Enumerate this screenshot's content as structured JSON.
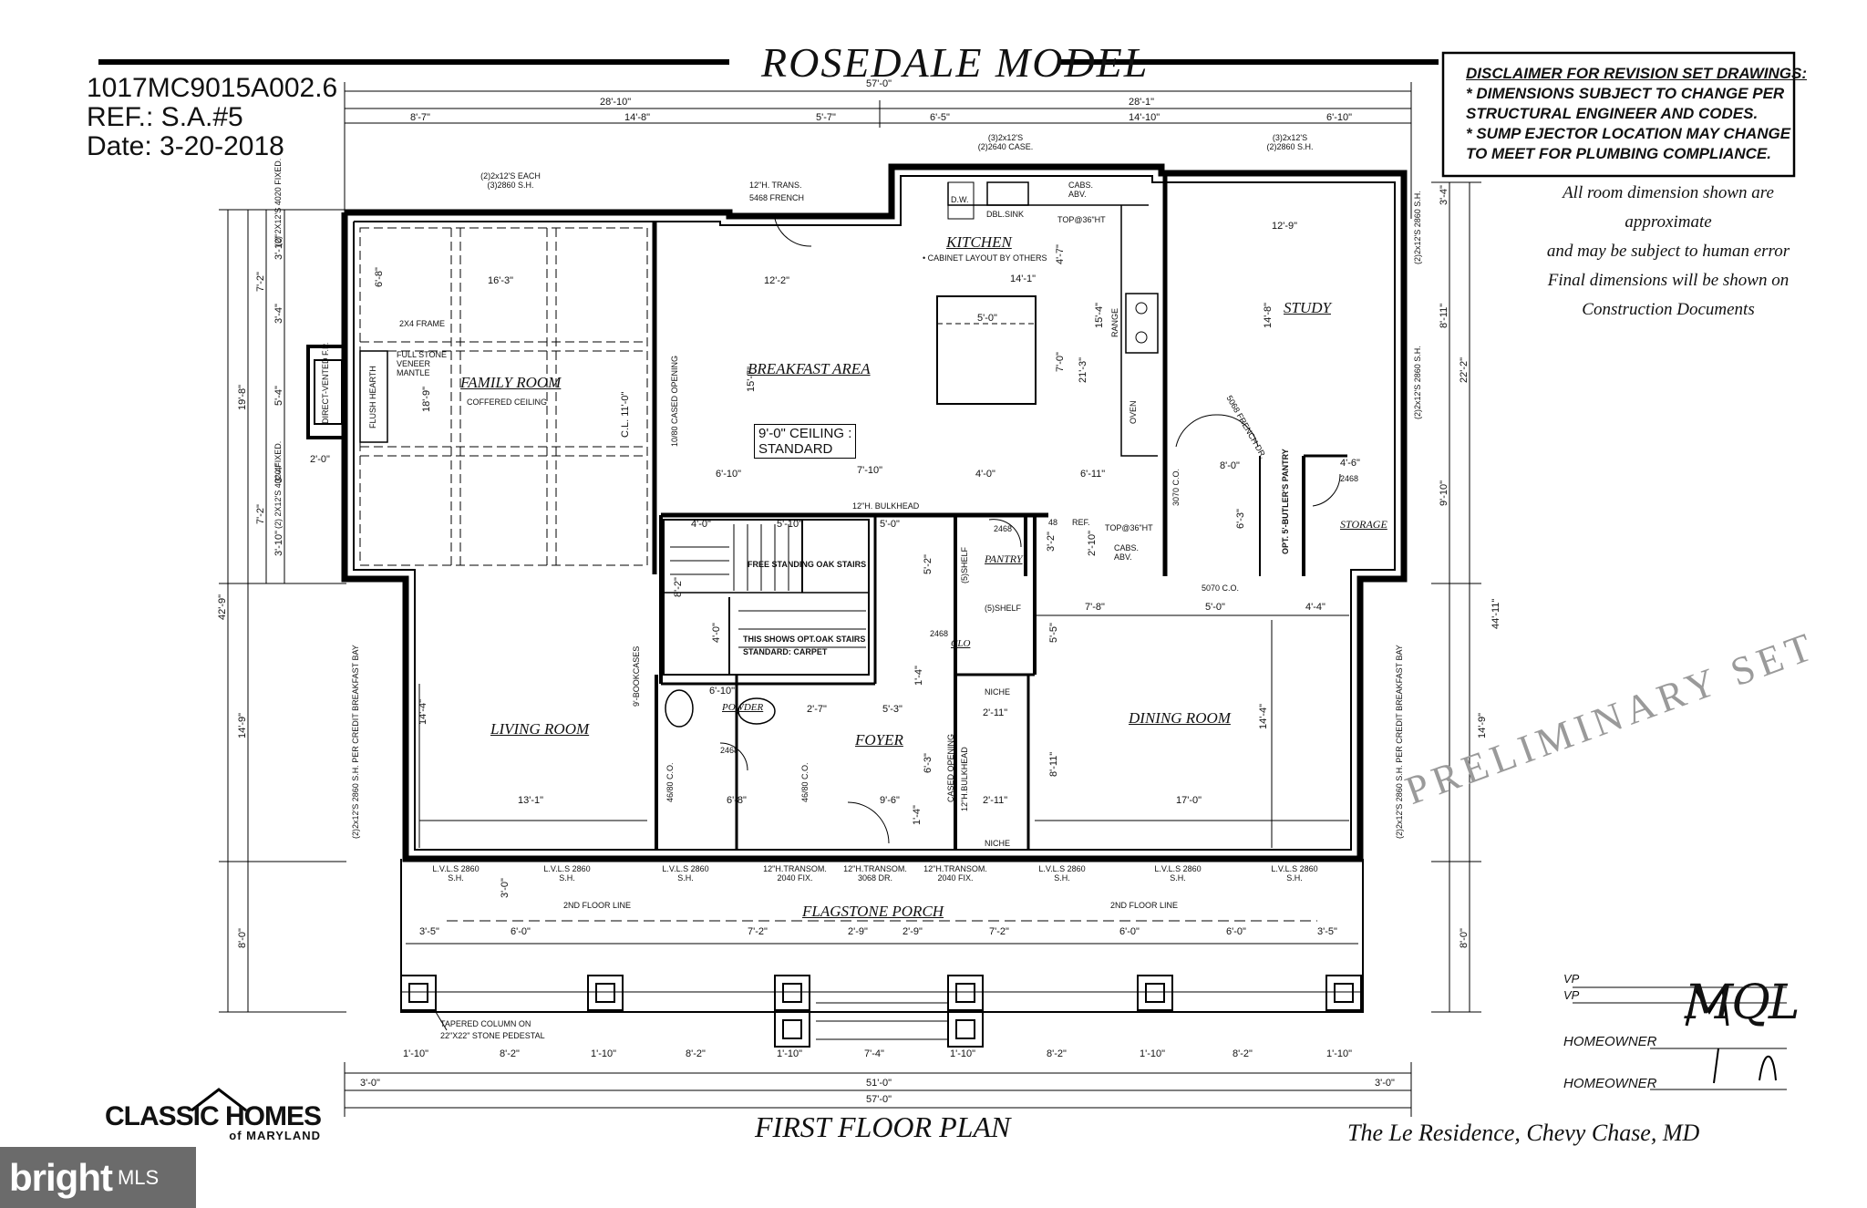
{
  "header": {
    "plan_code": "1017MC9015A002.6",
    "ref": "REF.: S.A.#5",
    "date": "Date:  3-20-2018",
    "model_title": "ROSEDALE  MODEL"
  },
  "disclaimer": {
    "title": "DISCLAIMER FOR REVISION SET DRAWINGS:",
    "lines": [
      "* DIMENSIONS SUBJECT TO CHANGE PER",
      "STRUCTURAL ENGINEER AND CODES.",
      "* SUMP EJECTOR LOCATION MAY CHANGE",
      "TO MEET FOR PLUMBING COMPLIANCE."
    ],
    "note_lines": [
      "All room dimension shown are",
      "approximate",
      "and may be subject to human error",
      "Final dimensions will be shown on",
      "Construction Documents"
    ]
  },
  "rooms": {
    "family_room": "FAMILY ROOM",
    "coffered": "COFFERED CEILING",
    "breakfast_area": "BREAKFAST AREA",
    "ceiling_line1": "9'-0\" CEILING :",
    "ceiling_line2": "STANDARD",
    "kitchen": "KITCHEN",
    "cabinet_note": "• CABINET LAYOUT BY OTHERS",
    "study": "STUDY",
    "storage": "STORAGE",
    "butler": "OPT. 5'-BUTLER'S PANTRY",
    "pantry": "PANTRY",
    "living_room": "LIVING ROOM",
    "dining_room": "DINING ROOM",
    "foyer": "FOYER",
    "powder": "POWDER",
    "clo": "CLO",
    "flagstone_porch": "FLAGSTONE PORCH",
    "stairs1": "FREE STANDING OAK STAIRS",
    "stairs2": "THIS SHOWS OPT.OAK STAIRS",
    "stairs3": "STANDARD: CARPET",
    "bookcases": "9'-BOOKCASES",
    "second_floor_line": "2ND FLOOR LINE",
    "tapered1": "TAPERED COLUMN ON",
    "tapered2": "22\"X22\" STONE PEDESTAL",
    "bulkhead": "12\"H. BULKHEAD",
    "fp": "DIRECT-VENTED F.P.",
    "hearth": "FLUSH HEARTH",
    "frame": "2X4 FRAME",
    "stone": "FULL STONE VENEER MANTLE",
    "oven": "OVEN",
    "range": "RANGE",
    "dw": "D.W.",
    "sink": "DBL.SINK",
    "cased": "10/80 CASED OPENING",
    "french": "5068 FRENCH DR.",
    "transom_top": "12\"H. TRANS.",
    "transom_top2": "5468 FRENCH"
  },
  "windows": {
    "top_left": "(2)2x12'S EACH (3)2860 S.H.",
    "top_kitchen": "(3)2x12'S (2)2640 CASE.",
    "top_study": "(3)2x12'S (2)2860 S.H.",
    "left_upper": "(2) 2X12'S 4020 FIXED.",
    "left_lower": "(2) 2X12'S 4020 FIXED.",
    "left_living": "(2)2x12'S 2860 S.H. PER CREDIT BREAKFAST BAY",
    "right_living": "(2)2x12'S 2860 S.H. PER CREDIT BREAKFAST BAY",
    "right_study_upper": "(2)2x12'S 2860 S.H.",
    "right_study_lower": "(2)2x12'S 2860 S.H.",
    "front": [
      "L.V.L.S 2860 S.H.",
      "L.V.L.S 2860 S.H.",
      "L.V.L.S 2860 S.H.",
      "12\"H.TRANSOM. 2040 FIX.",
      "12\"H.TRANSOM. 3068 DR.",
      "12\"H.TRANSOM. 2040 FIX.",
      "L.V.L.S 2860 S.H.",
      "L.V.L.S 2860 S.H.",
      "L.V.L.S 2860 S.H."
    ]
  },
  "dimensions": {
    "overall_top": "57'-0\"",
    "top_left_half": "28'-10\"",
    "top_right_half": "28'-1\"",
    "top_row": [
      "8'-7\"",
      "14'-8\"",
      "5'-7\"",
      "6'-5\"",
      "14'-10\"",
      "6'-10\""
    ],
    "interior": {
      "fam_w": "16'-3\"",
      "fam_h": "18'-9\"",
      "bfst_w": "12'-2\"",
      "bfst_h": "15'-7\"",
      "cl": "C.L. 11'-0\"",
      "kitchen_w": "14'-1\"",
      "island": "5'-0\"",
      "k1": "15'-4\"",
      "k2": "21'-3\"",
      "k3": "7'-0\"",
      "k4": "4'-7\"",
      "study_w": "12'-9\"",
      "study_h": "14'-8\"",
      "s1": "8'-0\"",
      "s2": "6'-3\"",
      "s3": "4'-6\"",
      "b1": "6'-10\"",
      "b2": "7'-10\"",
      "b3": "4'-0\"",
      "b4": "6'-11\"",
      "st1": "5'-10\"",
      "st2": "5'-0\"",
      "st3": "4'-0\"",
      "st4": "8'-2\"",
      "st5": "4'-0\"",
      "p1": "6'-10\"",
      "p2": "2'-7\"",
      "p3": "5'-3\"",
      "p4": "6'-8\"",
      "p5": "9'-6\"",
      "lv_w": "13'-1\"",
      "lv_h": "14'-4\"",
      "dn_w": "17'-0\"",
      "dn_h": "14'-4\"",
      "dn1": "7'-8\"",
      "dn2": "5'-0\"",
      "dn3": "4'-4\"",
      "dn4": "5'-5\"",
      "dn5": "8'-11\"",
      "co1": "5070 C.O.",
      "co2": "3070 C.O.",
      "co3": "46/80 C.O.",
      "co4": "46/80 C.O.",
      "shelf1": "(5)SHELF",
      "shelf2": "(5)SHELF",
      "niche1": "NICHE",
      "niche2": "NICHE",
      "n1": "2'-11\"",
      "n2": "2'-11\"",
      "d2468a": "2468",
      "d2468b": "2468",
      "d2468c": "2468",
      "d2468d": "2468",
      "bulk2": "12\"H.BULKHEAD",
      "cased2": "CASED OPENING",
      "cabs1": "CABS. ABV.",
      "cabs2": "CABS. ABV.",
      "top36a": "TOP@36\"HT",
      "top36b": "TOP@36\"HT",
      "ref": "REF.",
      "d48": "48",
      "f1": "5'-2\"",
      "f2": "3'-2\"",
      "f3": "2'-10\"",
      "f4": "1'-4\"",
      "f5": "6'-3\"",
      "f6": "1'-4\""
    },
    "left_overall": "42'-9\"",
    "left_upper": "19'-8\"",
    "left_lower": "14'-9\"",
    "left_porch": "8'-0\"",
    "left_sub": [
      "7'-2\"",
      "3'-10\"",
      "3'-4\"",
      "5'-4\"",
      "3'-4\"",
      "7'-2\"",
      "3'-10\""
    ],
    "left_misc": [
      "2'-0\"",
      "6'-8\""
    ],
    "right_overall": "44'-11\"",
    "right_upper": "22'-2\"",
    "right_lower": "14'-9\"",
    "right_porch": "8'-0\"",
    "right_sub": [
      "3'-4\"",
      "8'-11\"",
      "9'-10\""
    ],
    "porch_row": [
      "3'-5\"",
      "6'-0\"",
      "7'-2\"",
      "2'-9\"",
      "2'-9\"",
      "7'-2\"",
      "6'-0\"",
      "6'-0\"",
      "3'-5\""
    ],
    "porch_depth": "3'-0\"",
    "column_row": [
      "1'-10\"",
      "8'-2\"",
      "1'-10\"",
      "8'-2\"",
      "1'-10\"",
      "7'-4\"",
      "1'-10\"",
      "8'-2\"",
      "1'-10\"",
      "8'-2\"",
      "1'-10\""
    ],
    "bottom_sub": [
      "3'-0\"",
      "51'-0\"",
      "3'-0\""
    ],
    "overall_bottom": "57'-0\""
  },
  "watermark": "PRELIMINARY  SET",
  "footer": {
    "plan_title": "FIRST FLOOR PLAN",
    "residence": "The Le Residence, Chevy Chase, MD",
    "logo_line1": "CLASSIC HOMES",
    "logo_line2": "of MARYLAND",
    "bright_logo": "bright",
    "bright_mls": "MLS"
  },
  "signatures": {
    "vp1": "VP",
    "vp2": "VP",
    "homeowner1": "HOMEOWNER",
    "homeowner2": "HOMEOWNER",
    "vp_sig": "MQL"
  }
}
